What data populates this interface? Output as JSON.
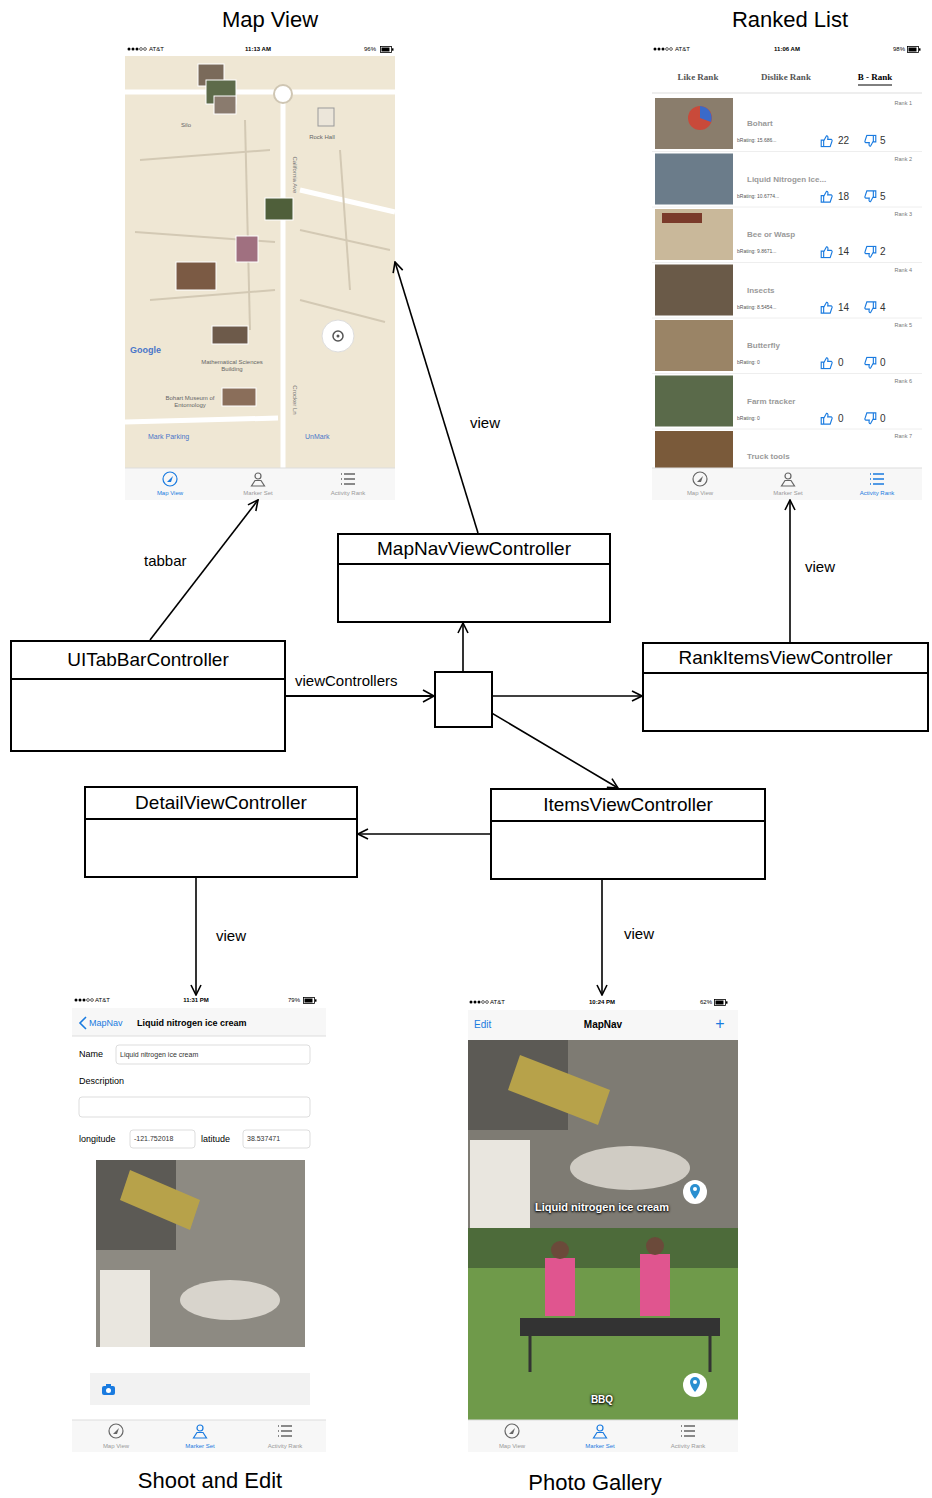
{
  "diagram": {
    "nodes": [
      {
        "text": [
          "Map View",
          "AT&T",
          "11:13 AM",
          "96%",
          "Rock Hall",
          "California Ave",
          "Silo",
          "Google",
          "Mathematical Sciences Building",
          "Bohart Museum of Entomology",
          "Mark Parking",
          "UnMark",
          "Crocker Ln",
          "Map View",
          "Marker Set",
          "Activity Rank"
        ]
      },
      {
        "text": [
          "Ranked List",
          "AT&T",
          "11:06 AM",
          "98%",
          "Like Rank",
          "Dislike Rank",
          "B - Rank",
          "Rank 1",
          "Bohart",
          "bRating: 15.686...",
          "22",
          "5",
          "Rank 2",
          "Liquid Nitrogen Ice...",
          "bRating: 10.6774...",
          "18",
          "5",
          "Rank 3",
          "Bee or Wasp",
          "bRating: 9.8671...",
          "14",
          "2",
          "Rank 4",
          "Insects",
          "bRating: 8.5454...",
          "14",
          "4",
          "Rank 5",
          "Butterfly",
          "bRating: 0",
          "0",
          "0",
          "Rank 6",
          "Farm tracker",
          "bRating: 0",
          "0",
          "0",
          "Rank 7",
          "Truck tools",
          "Map View",
          "Marker Set",
          "Activity Rank"
        ]
      },
      {
        "text": [
          "MapNavViewController"
        ]
      },
      {
        "text": [
          "UITabBarController"
        ]
      },
      {
        "text": [
          "RankItemsViewController"
        ]
      },
      {
        "text": [
          "DetailViewController"
        ]
      },
      {
        "text": [
          "ItemsViewController"
        ]
      },
      {
        "text": [
          "Shoot and Edit",
          "AT&T",
          "11:31 PM",
          "79%",
          "MapNav",
          "Liquid nitrogen ice cream",
          "Name",
          "Liquid nitrogen ice cream",
          "Description",
          "longitude",
          "-121.752018",
          "latitude",
          "38.537471",
          "Map View",
          "Marker Set",
          "Activity Rank"
        ]
      },
      {
        "text": [
          "Photo Gallery",
          "AT&T",
          "10:24 PM",
          "62%",
          "Edit",
          "MapNav",
          "+",
          "Liquid nitrogen ice cream",
          "BBQ",
          "Map View",
          "Marker Set",
          "Activity Rank"
        ]
      }
    ],
    "edges": [
      {
        "from": 3,
        "to": 2,
        "arrow": "to",
        "label": "viewControllers"
      },
      {
        "from": 3,
        "to": 4,
        "arrow": "to"
      },
      {
        "from": 3,
        "to": 6,
        "arrow": "to"
      },
      {
        "from": 6,
        "to": 5,
        "arrow": "to"
      },
      {
        "from": 3,
        "to": 0,
        "arrow": "to",
        "label": "tabbar"
      },
      {
        "from": 2,
        "to": 0,
        "arrow": "to",
        "label": "view"
      },
      {
        "from": 4,
        "to": 1,
        "arrow": "to",
        "label": "view"
      },
      {
        "from": 5,
        "to": 7,
        "arrow": "to",
        "label": "view"
      },
      {
        "from": 6,
        "to": 8,
        "arrow": "to",
        "label": "view"
      }
    ]
  }
}
